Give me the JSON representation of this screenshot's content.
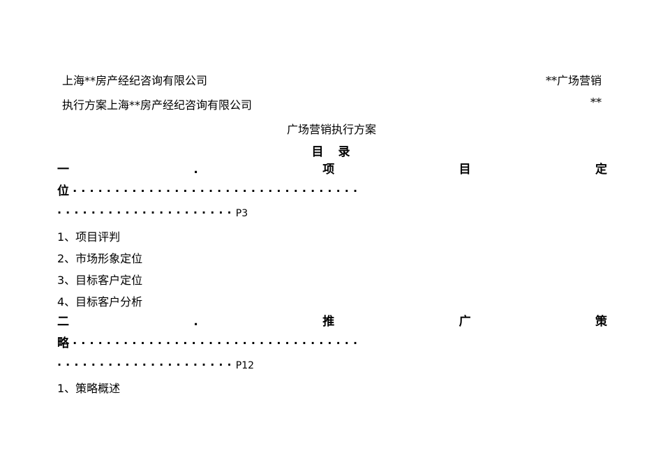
{
  "header": {
    "line1_left": "上海**房产经纪咨询有限公司",
    "line1_right": "**广场营销",
    "line2_left_a": "执行方案",
    "line2_left_b": "上海**房产经纪咨询有限公司",
    "line2_right": "**"
  },
  "subtitle": "广场营销执行方案",
  "toc_title": "目　录",
  "toc": [
    {
      "chars": [
        "一",
        ".",
        "项",
        "目",
        "定"
      ],
      "cont_char": "位",
      "dots_line1": "··································",
      "dots_line2": "·····················",
      "page": "P3",
      "items": [
        "1、项目评判",
        "2、市场形象定位",
        "3、目标客户定位",
        "4、目标客户分析"
      ]
    },
    {
      "chars": [
        "二",
        ".",
        "推",
        "广",
        "策"
      ],
      "cont_char": "略",
      "dots_line1": "··································",
      "dots_line2": "·····················",
      "page": "P12",
      "items": [
        "1、策略概述"
      ]
    }
  ]
}
